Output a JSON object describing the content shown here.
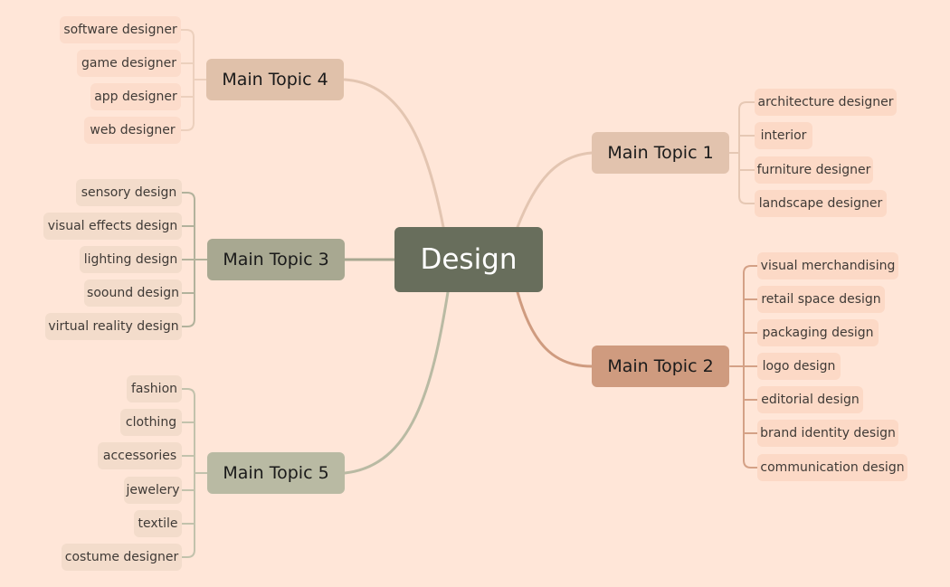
{
  "colors": {
    "background": "#ffe6d8",
    "center": "#686e5c",
    "topic_1": "#e2c3ae",
    "topic_2": "#cf9b7f",
    "topic_3": "#a8a891",
    "topic_4": "#e0c1aa",
    "topic_5": "#b9baa3"
  },
  "center": {
    "label": "Design"
  },
  "topics": [
    {
      "id": "topic-1",
      "label": "Main Topic 1",
      "subtopics": [
        "architecture designer",
        "interior",
        "furniture designer",
        "landscape designer"
      ]
    },
    {
      "id": "topic-2",
      "label": "Main Topic 2",
      "subtopics": [
        "visual merchandising",
        "retail space design",
        "packaging design",
        "logo design",
        "editorial design",
        "brand identity design",
        "communication design"
      ]
    },
    {
      "id": "topic-3",
      "label": "Main Topic 3",
      "subtopics": [
        "sensory design",
        "visual effects design",
        "lighting design",
        "soound design",
        "virtual reality design"
      ]
    },
    {
      "id": "topic-4",
      "label": "Main Topic 4",
      "subtopics": [
        "software designer",
        "game designer",
        "app designer",
        "web designer"
      ]
    },
    {
      "id": "topic-5",
      "label": "Main Topic 5",
      "subtopics": [
        "fashion",
        "clothing",
        "accessories",
        "jewelery",
        "textile",
        "costume designer"
      ]
    }
  ]
}
